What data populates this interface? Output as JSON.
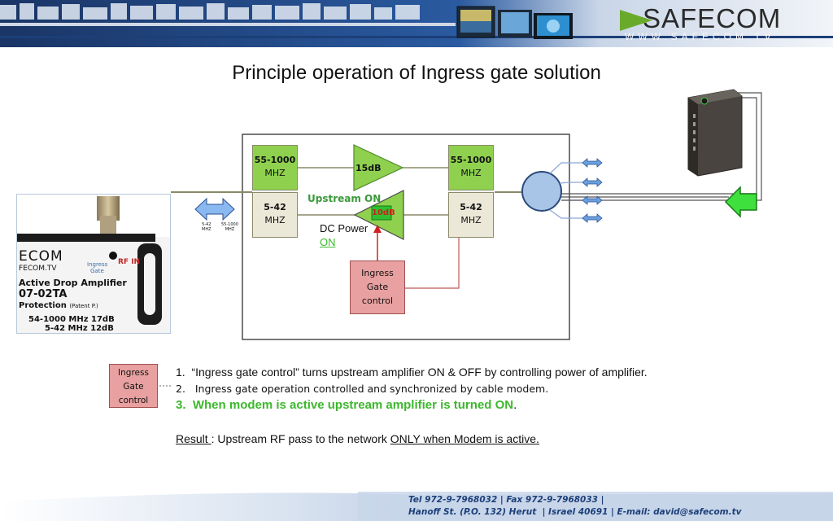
{
  "header": {
    "brand": "SAFECOM",
    "website": "WWW.SAFECOM.TV"
  },
  "title": "Principle operation of Ingress gate solution",
  "diagram": {
    "left_filter": {
      "top": "55-1000",
      "top_unit": "MHZ",
      "bottom": "5-42",
      "bottom_unit": "MHZ"
    },
    "right_filter": {
      "top": "55-1000",
      "top_unit": "MHZ",
      "bottom": "5-42",
      "bottom_unit": "MHZ"
    },
    "forward_amp_gain": "15dB",
    "reverse_amp_gain": "10dB",
    "upstream_label": "Upstream ON",
    "dc_power_label": "DC Power",
    "dc_power_state": "ON",
    "gate_block": [
      "Ingress",
      "Gate",
      "control"
    ],
    "mini_labels": {
      "left_low": "5-42",
      "left_low_unit": "MHZ",
      "left_high": "55-1000",
      "left_high_unit": "MHZ"
    }
  },
  "product_photo": {
    "brand_fragment": "ECOM",
    "site_fragment": "FECOM.TV",
    "ingress_gate": [
      "Ingress",
      "Gate"
    ],
    "rf_in": "RF IN",
    "line1": "Active Drop Amplifier",
    "model": "07-02TA",
    "protection": "Protection",
    "patent": "(Patent P.)",
    "spec1": "54-1000 MHz   17dB",
    "spec2": "5-42 MHz   12dB"
  },
  "legend_gate": [
    "Ingress",
    "Gate",
    "control"
  ],
  "notes": {
    "n1_num": "1.",
    "n1": "“Ingress gate control” turns upstream amplifier ON & OFF by controlling power of amplifier.",
    "n2_num": "2.",
    "n2": "Ingress gate operation controlled and synchronized by cable modem.",
    "n3_num": "3.",
    "n3": "When modem is active upstream amplifier is turned ON",
    "n3_end": ".",
    "result_label": "Result ",
    "result_sep": ": Upstream RF pass to the network ",
    "result_emph": "ONLY when Modem is active."
  },
  "footer": {
    "line1": "Tel 972-9-7968032 | Fax 972-9-7968033 |",
    "line2": "Hanoff St. (P.O. 132) Herut  | Israel 40691 | E-mail: david@safecom.tv"
  },
  "colors": {
    "green_band": "#8fd14f",
    "beige_band": "#ece8d8",
    "gate_fill": "#e8a0a0",
    "amp_fill": "#8fd14f",
    "status_green": "#3cb82c",
    "header_blue": "#1c3f78"
  }
}
